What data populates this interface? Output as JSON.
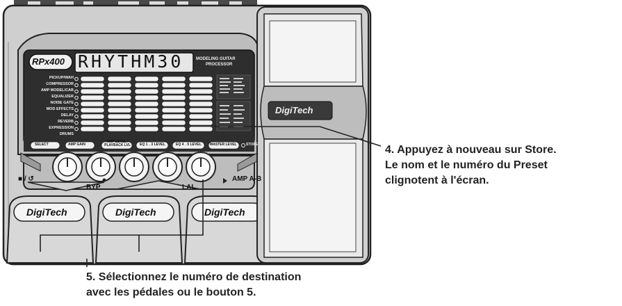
{
  "device": {
    "model": "RPx400",
    "display_text": "RHYTHM30",
    "subtitle_line1": "MODELING GUITAR",
    "subtitle_line2": "PROCESSOR",
    "brand": "DigiTech",
    "footswitch_labels": [
      "■ / ↺",
      "BYP",
      "LAL",
      "AMP A-B"
    ],
    "footswitch_brand": "DigiTech",
    "effect_rows": [
      "PICKUP/WAH",
      "COMPRESSOR",
      "AMP MODEL/CAB",
      "EQUALIZER",
      "NOISE GATE",
      "MOD EFFECTS",
      "DELAY",
      "REVERB",
      "EXPRESSION",
      "DRUMS"
    ],
    "knob_labels": [
      "SELECT",
      "AMP GAIN",
      "AMP LEVEL / PLAYBACK LVL",
      "EQ 1→3 LEVEL",
      "EQ 4→5 LEVEL",
      "MASTER LEVEL",
      "STORE"
    ]
  },
  "callouts": {
    "step4": {
      "line1": "4. Appuyez à nouveau sur Store.",
      "line2": "Le nom et le numéro du Preset",
      "line3": "clignotent à l'écran."
    },
    "step5": {
      "line1": "5. Sélectionnez le numéro de destination",
      "line2": "avec les pédales ou le bouton 5."
    }
  },
  "colors": {
    "body": "#c9c9c9",
    "panel": "#2e2e2e",
    "lcd": "#e6e6e6",
    "text": "#222222"
  }
}
